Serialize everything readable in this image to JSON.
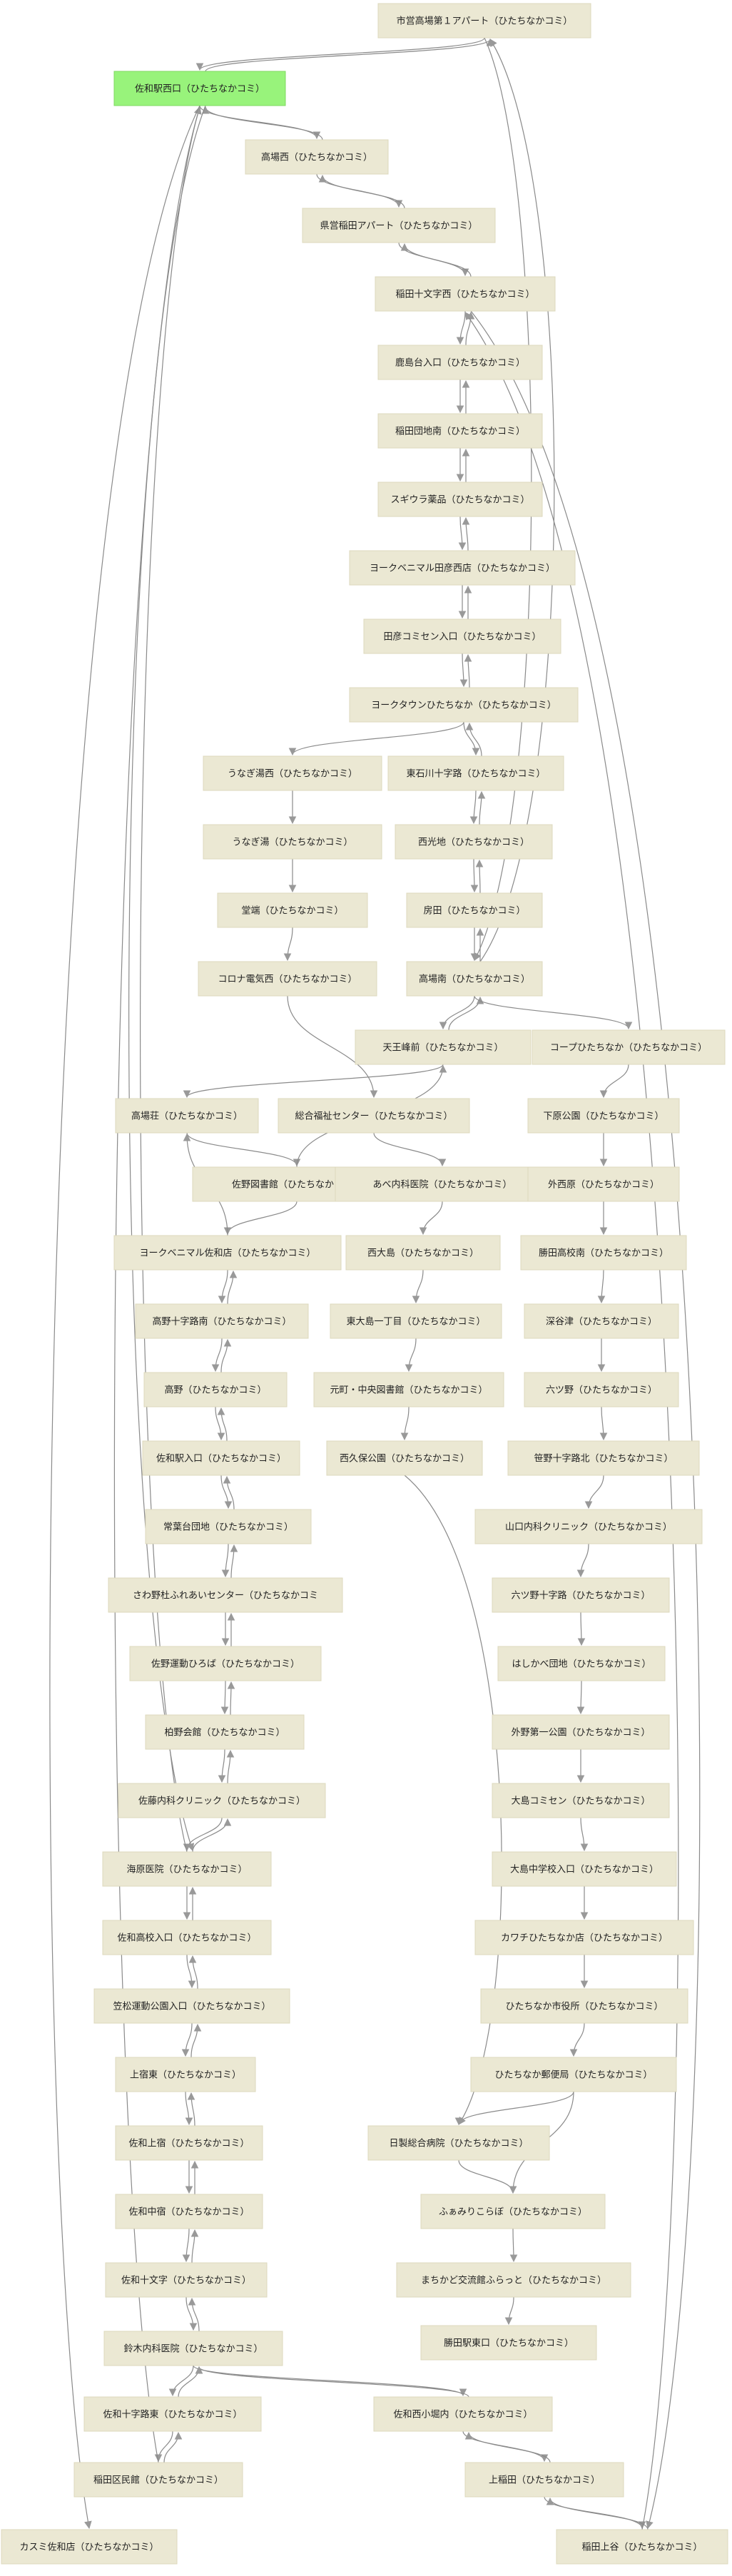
{
  "colors": {
    "node_fill": "#ebe8d3",
    "highlight_fill": "#98f37b",
    "edge": "#8a8a8a",
    "arrowhead": "#999999"
  },
  "highlighted_node": "n1",
  "nodes": [
    {
      "id": "n0",
      "label": "市営高場第１アパート（ひたちなかコミ）"
    },
    {
      "id": "n1",
      "label": "佐和駅西口（ひたちなかコミ）"
    },
    {
      "id": "n2",
      "label": "高場西（ひたちなかコミ）"
    },
    {
      "id": "n3",
      "label": "県営稲田アパート（ひたちなかコミ）"
    },
    {
      "id": "n4",
      "label": "稲田十文字西（ひたちなかコミ）"
    },
    {
      "id": "n5",
      "label": "鹿島台入口（ひたちなかコミ）"
    },
    {
      "id": "n6",
      "label": "稲田団地南（ひたちなかコミ）"
    },
    {
      "id": "n7",
      "label": "スギウラ薬品（ひたちなかコミ）"
    },
    {
      "id": "n8",
      "label": "ヨークベニマル田彦西店（ひたちなかコミ）"
    },
    {
      "id": "n9",
      "label": "田彦コミセン入口（ひたちなかコミ）"
    },
    {
      "id": "n10",
      "label": "ヨークタウンひたちなか（ひたちなかコミ）"
    },
    {
      "id": "n11",
      "label": "うなぎ湯西（ひたちなかコミ）"
    },
    {
      "id": "n12",
      "label": "東石川十字路（ひたちなかコミ）"
    },
    {
      "id": "n13",
      "label": "うなぎ湯（ひたちなかコミ）"
    },
    {
      "id": "n14",
      "label": "西光地（ひたちなかコミ）"
    },
    {
      "id": "n15",
      "label": "堂端（ひたちなかコミ）"
    },
    {
      "id": "n16",
      "label": "房田（ひたちなかコミ）"
    },
    {
      "id": "n17",
      "label": "コロナ電気西（ひたちなかコミ）"
    },
    {
      "id": "n18",
      "label": "高場南（ひたちなかコミ）"
    },
    {
      "id": "n19",
      "label": "天王峰前（ひたちなかコミ）"
    },
    {
      "id": "n20",
      "label": "コープひたちなか（ひたちなかコミ）"
    },
    {
      "id": "n21",
      "label": "高場荘（ひたちなかコミ）"
    },
    {
      "id": "n22",
      "label": "総合福祉センター（ひたちなかコミ）"
    },
    {
      "id": "n23",
      "label": "下原公園（ひたちなかコミ）"
    },
    {
      "id": "n24",
      "label": "佐野図書館（ひたちなかコミ）"
    },
    {
      "id": "n25",
      "label": "あべ内科医院（ひたちなかコミ）"
    },
    {
      "id": "n26",
      "label": "外西原（ひたちなかコミ）"
    },
    {
      "id": "n27",
      "label": "ヨークベニマル佐和店（ひたちなかコミ）"
    },
    {
      "id": "n28",
      "label": "西大島（ひたちなかコミ）"
    },
    {
      "id": "n29",
      "label": "勝田高校南（ひたちなかコミ）"
    },
    {
      "id": "n30",
      "label": "高野十字路南（ひたちなかコミ）"
    },
    {
      "id": "n31",
      "label": "東大島一丁目（ひたちなかコミ）"
    },
    {
      "id": "n32",
      "label": "深谷津（ひたちなかコミ）"
    },
    {
      "id": "n33",
      "label": "高野（ひたちなかコミ）"
    },
    {
      "id": "n34",
      "label": "元町・中央図書館（ひたちなかコミ）"
    },
    {
      "id": "n35",
      "label": "六ツ野（ひたちなかコミ）"
    },
    {
      "id": "n36",
      "label": "佐和駅入口（ひたちなかコミ）"
    },
    {
      "id": "n37",
      "label": "西久保公園（ひたちなかコミ）"
    },
    {
      "id": "n38",
      "label": "笹野十字路北（ひたちなかコミ）"
    },
    {
      "id": "n39",
      "label": "常葉台団地（ひたちなかコミ）"
    },
    {
      "id": "n40",
      "label": "山口内科クリニック（ひたちなかコミ）"
    },
    {
      "id": "n41",
      "label": "さわ野杜ふれあいセンター（ひたちなかコミ"
    },
    {
      "id": "n42",
      "label": "六ツ野十字路（ひたちなかコミ）"
    },
    {
      "id": "n43",
      "label": "佐野運動ひろば（ひたちなかコミ）"
    },
    {
      "id": "n44",
      "label": "はしかべ団地（ひたちなかコミ）"
    },
    {
      "id": "n45",
      "label": "柏野会館（ひたちなかコミ）"
    },
    {
      "id": "n46",
      "label": "外野第一公園（ひたちなかコミ）"
    },
    {
      "id": "n47",
      "label": "佐藤内科クリニック（ひたちなかコミ）"
    },
    {
      "id": "n48",
      "label": "大島コミセン（ひたちなかコミ）"
    },
    {
      "id": "n49",
      "label": "海原医院（ひたちなかコミ）"
    },
    {
      "id": "n50",
      "label": "大島中学校入口（ひたちなかコミ）"
    },
    {
      "id": "n51",
      "label": "佐和高校入口（ひたちなかコミ）"
    },
    {
      "id": "n52",
      "label": "カワチひたちなか店（ひたちなかコミ）"
    },
    {
      "id": "n53",
      "label": "笠松運動公園入口（ひたちなかコミ）"
    },
    {
      "id": "n54",
      "label": "ひたちなか市役所（ひたちなかコミ）"
    },
    {
      "id": "n55",
      "label": "上宿東（ひたちなかコミ）"
    },
    {
      "id": "n56",
      "label": "ひたちなか郵便局（ひたちなかコミ）"
    },
    {
      "id": "n57",
      "label": "佐和上宿（ひたちなかコミ）"
    },
    {
      "id": "n58",
      "label": "日製総合病院（ひたちなかコミ）"
    },
    {
      "id": "n59",
      "label": "佐和中宿（ひたちなかコミ）"
    },
    {
      "id": "n60",
      "label": "ふぁみりこらぼ（ひたちなかコミ）"
    },
    {
      "id": "n61",
      "label": "佐和十文字（ひたちなかコミ）"
    },
    {
      "id": "n62",
      "label": "まちかど交流館ふらっと（ひたちなかコミ）"
    },
    {
      "id": "n63",
      "label": "勝田駅東口（ひたちなかコミ）"
    },
    {
      "id": "n64",
      "label": "鈴木内科医院（ひたちなかコミ）"
    },
    {
      "id": "n65",
      "label": "佐和十字路東（ひたちなかコミ）"
    },
    {
      "id": "n66",
      "label": "佐和西小堀内（ひたちなかコミ）"
    },
    {
      "id": "n67",
      "label": "稲田区民館（ひたちなかコミ）"
    },
    {
      "id": "n68",
      "label": "上稲田（ひたちなかコミ）"
    },
    {
      "id": "n69",
      "label": "カスミ佐和店（ひたちなかコミ）"
    },
    {
      "id": "n70",
      "label": "稲田上谷（ひたちなかコミ）"
    }
  ],
  "edges": [
    [
      "n0",
      "n1"
    ],
    [
      "n1",
      "n0"
    ],
    [
      "n1",
      "n2"
    ],
    [
      "n2",
      "n1"
    ],
    [
      "n2",
      "n3"
    ],
    [
      "n3",
      "n2"
    ],
    [
      "n3",
      "n4"
    ],
    [
      "n4",
      "n3"
    ],
    [
      "n4",
      "n5"
    ],
    [
      "n5",
      "n4"
    ],
    [
      "n5",
      "n6"
    ],
    [
      "n6",
      "n5"
    ],
    [
      "n6",
      "n7"
    ],
    [
      "n7",
      "n6"
    ],
    [
      "n7",
      "n8"
    ],
    [
      "n8",
      "n7"
    ],
    [
      "n8",
      "n9"
    ],
    [
      "n9",
      "n8"
    ],
    [
      "n9",
      "n10"
    ],
    [
      "n10",
      "n9"
    ],
    [
      "n10",
      "n11"
    ],
    [
      "n10",
      "n12"
    ],
    [
      "n12",
      "n10"
    ],
    [
      "n11",
      "n13"
    ],
    [
      "n13",
      "n15"
    ],
    [
      "n15",
      "n17"
    ],
    [
      "n17",
      "n22"
    ],
    [
      "n12",
      "n14"
    ],
    [
      "n14",
      "n12"
    ],
    [
      "n14",
      "n16"
    ],
    [
      "n16",
      "n14"
    ],
    [
      "n16",
      "n18"
    ],
    [
      "n18",
      "n16"
    ],
    [
      "n0",
      "n18"
    ],
    [
      "n18",
      "n0"
    ],
    [
      "n18",
      "n19"
    ],
    [
      "n19",
      "n18"
    ],
    [
      "n18",
      "n20"
    ],
    [
      "n19",
      "n21"
    ],
    [
      "n21",
      "n24"
    ],
    [
      "n24",
      "n19"
    ],
    [
      "n22",
      "n25"
    ],
    [
      "n20",
      "n23"
    ],
    [
      "n23",
      "n26"
    ],
    [
      "n24",
      "n27"
    ],
    [
      "n27",
      "n21"
    ],
    [
      "n27",
      "n30"
    ],
    [
      "n30",
      "n27"
    ],
    [
      "n25",
      "n28"
    ],
    [
      "n26",
      "n29"
    ],
    [
      "n30",
      "n33"
    ],
    [
      "n33",
      "n30"
    ],
    [
      "n28",
      "n31"
    ],
    [
      "n29",
      "n32"
    ],
    [
      "n33",
      "n36"
    ],
    [
      "n36",
      "n33"
    ],
    [
      "n31",
      "n34"
    ],
    [
      "n32",
      "n35"
    ],
    [
      "n36",
      "n39"
    ],
    [
      "n39",
      "n36"
    ],
    [
      "n34",
      "n37"
    ],
    [
      "n35",
      "n38"
    ],
    [
      "n39",
      "n41"
    ],
    [
      "n41",
      "n39"
    ],
    [
      "n38",
      "n40"
    ],
    [
      "n41",
      "n43"
    ],
    [
      "n43",
      "n41"
    ],
    [
      "n40",
      "n42"
    ],
    [
      "n43",
      "n45"
    ],
    [
      "n45",
      "n43"
    ],
    [
      "n42",
      "n44"
    ],
    [
      "n45",
      "n47"
    ],
    [
      "n47",
      "n45"
    ],
    [
      "n44",
      "n46"
    ],
    [
      "n47",
      "n49"
    ],
    [
      "n49",
      "n47"
    ],
    [
      "n46",
      "n48"
    ],
    [
      "n49",
      "n1"
    ],
    [
      "n1",
      "n49"
    ],
    [
      "n48",
      "n50"
    ],
    [
      "n49",
      "n51"
    ],
    [
      "n51",
      "n49"
    ],
    [
      "n50",
      "n52"
    ],
    [
      "n51",
      "n53"
    ],
    [
      "n53",
      "n51"
    ],
    [
      "n52",
      "n54"
    ],
    [
      "n53",
      "n55"
    ],
    [
      "n55",
      "n53"
    ],
    [
      "n54",
      "n56"
    ],
    [
      "n55",
      "n57"
    ],
    [
      "n57",
      "n55"
    ],
    [
      "n56",
      "n58"
    ],
    [
      "n56",
      "n60"
    ],
    [
      "n57",
      "n59"
    ],
    [
      "n59",
      "n57"
    ],
    [
      "n37",
      "n58"
    ],
    [
      "n58",
      "n60"
    ],
    [
      "n59",
      "n61"
    ],
    [
      "n61",
      "n59"
    ],
    [
      "n60",
      "n62"
    ],
    [
      "n61",
      "n64"
    ],
    [
      "n64",
      "n61"
    ],
    [
      "n62",
      "n63"
    ],
    [
      "n64",
      "n65"
    ],
    [
      "n65",
      "n64"
    ],
    [
      "n64",
      "n66"
    ],
    [
      "n66",
      "n64"
    ],
    [
      "n65",
      "n67"
    ],
    [
      "n67",
      "n65"
    ],
    [
      "n66",
      "n68"
    ],
    [
      "n68",
      "n66"
    ],
    [
      "n67",
      "n1"
    ],
    [
      "n1",
      "n69"
    ],
    [
      "n68",
      "n70"
    ],
    [
      "n70",
      "n68"
    ],
    [
      "n70",
      "n4"
    ],
    [
      "n4",
      "n70"
    ]
  ]
}
